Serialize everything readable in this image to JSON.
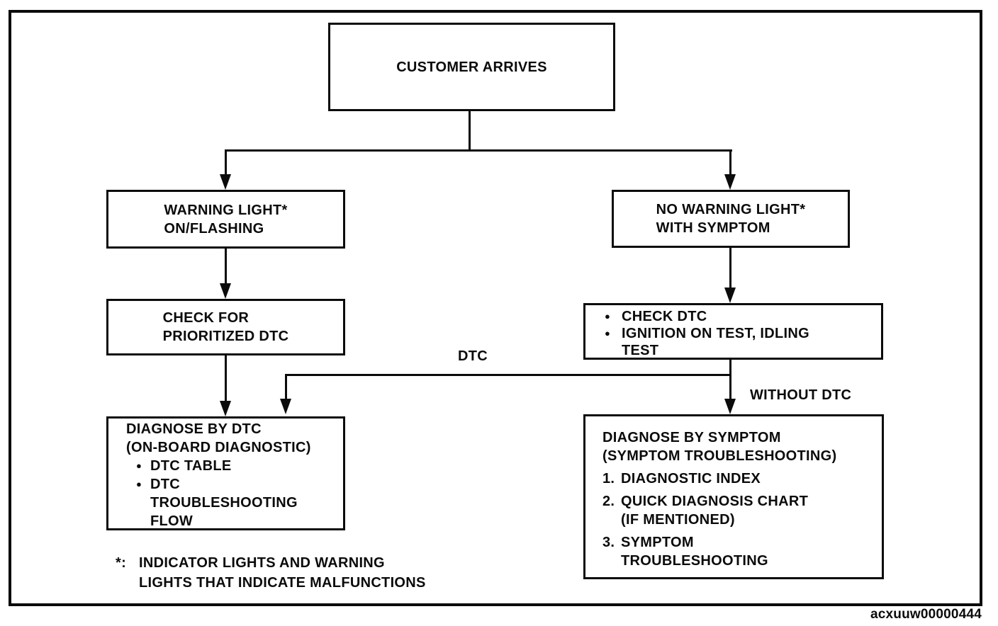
{
  "glyphs": {
    "bullet": "●"
  },
  "diagram": {
    "figure_code": "acxuuw00000444",
    "edge_labels": {
      "dtc": "DTC",
      "without_dtc": "WITHOUT DTC"
    },
    "footnote": {
      "marker": "*:",
      "text": "INDICATOR LIGHTS AND WARNING\nLIGHTS THAT INDICATE MALFUNCTIONS"
    },
    "nodes": {
      "customer_arrives": {
        "text": "CUSTOMER ARRIVES"
      },
      "warning_light": {
        "text": "WARNING LIGHT*\nON/FLASHING"
      },
      "no_warning_light": {
        "text": "NO WARNING LIGHT*\nWITH SYMPTOM"
      },
      "check_prioritized_dtc": {
        "text": "CHECK FOR\nPRIORITIZED DTC"
      },
      "check_dtc": {
        "bullets": [
          "CHECK DTC",
          "IGNITION ON TEST, IDLING\nTEST"
        ]
      },
      "diagnose_by_dtc": {
        "heading": "DIAGNOSE BY DTC\n(ON-BOARD DIAGNOSTIC)",
        "bullets": [
          "DTC TABLE",
          "DTC\nTROUBLESHOOTING\nFLOW"
        ]
      },
      "diagnose_by_symptom": {
        "heading": "DIAGNOSE BY SYMPTOM\n(SYMPTOM TROUBLESHOOTING)",
        "items": [
          {
            "num": "1.",
            "text": "DIAGNOSTIC INDEX"
          },
          {
            "num": "2.",
            "text": "QUICK DIAGNOSIS CHART\n(IF MENTIONED)"
          },
          {
            "num": "3.",
            "text": "SYMPTOM\nTROUBLESHOOTING"
          }
        ]
      }
    },
    "colors": {
      "ink": "#0b0b0b",
      "paper": "#ffffff"
    }
  }
}
